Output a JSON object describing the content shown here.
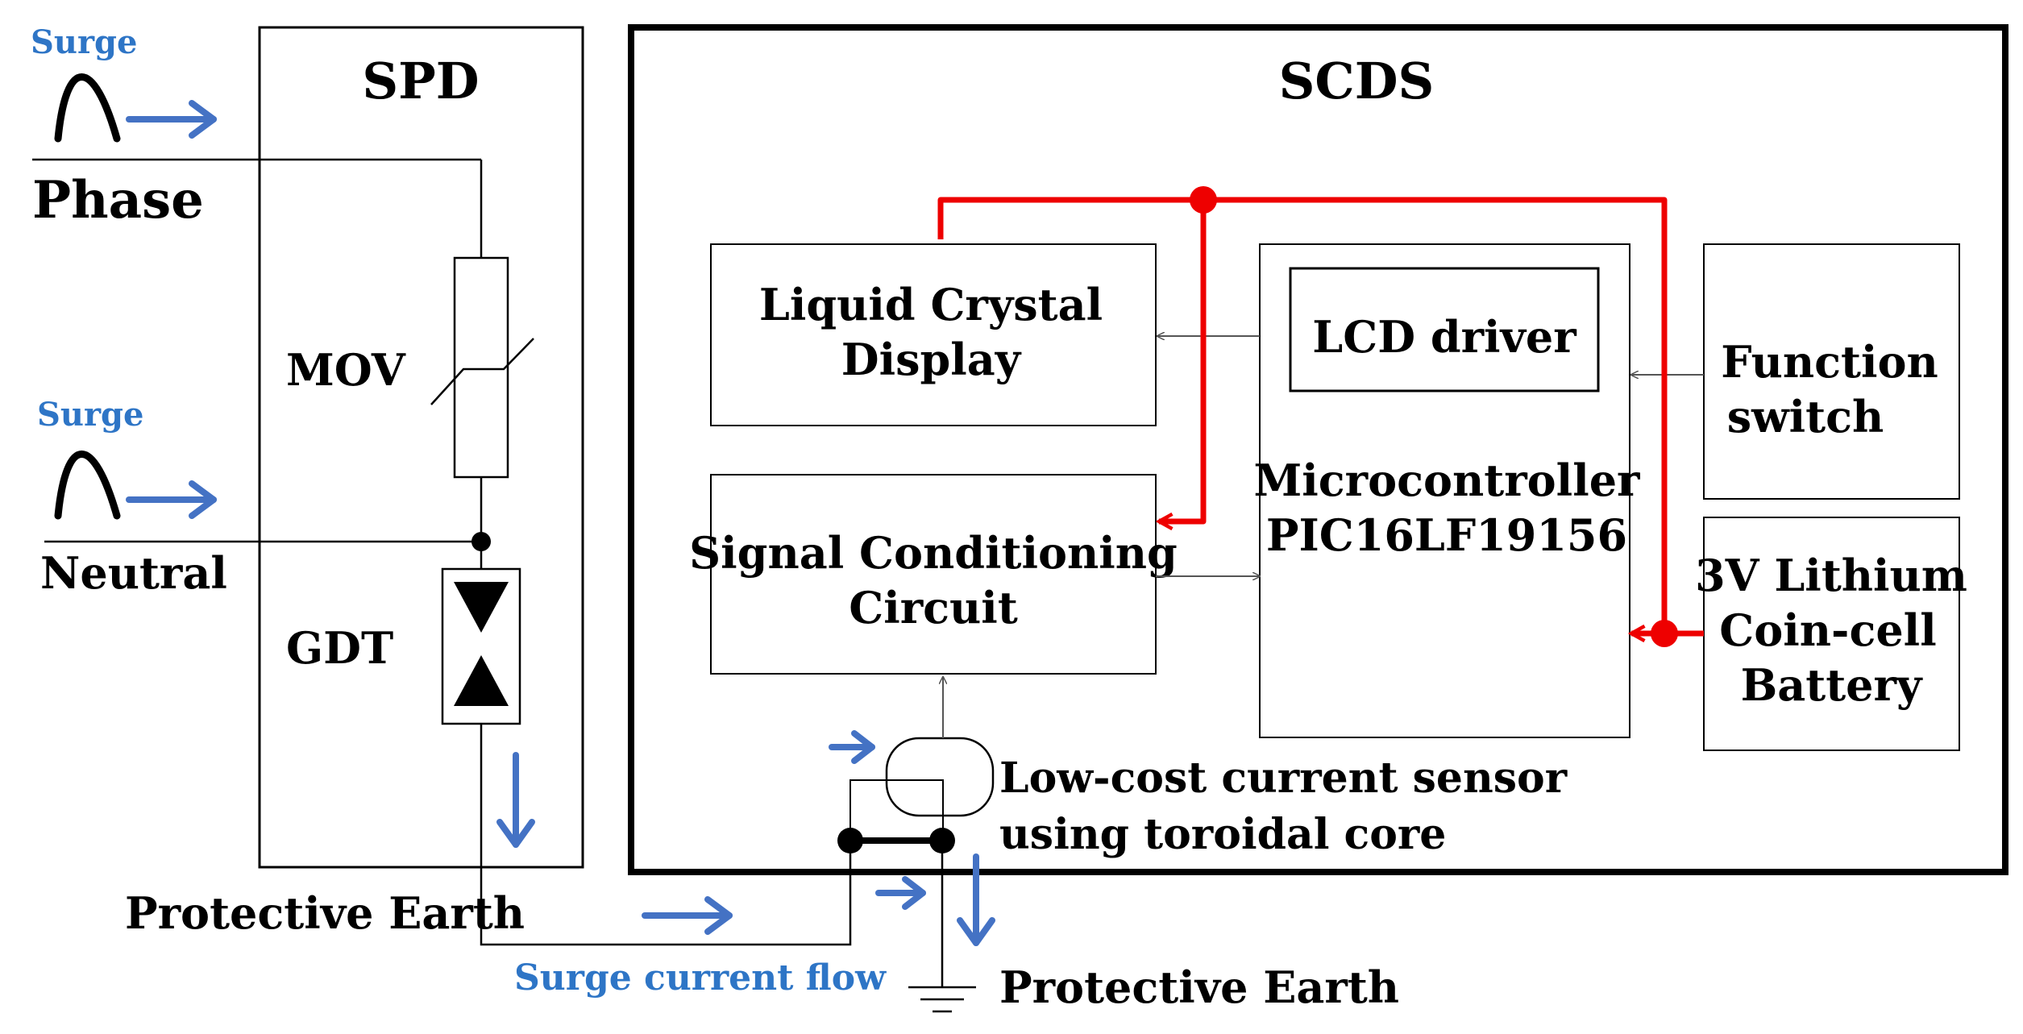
{
  "colors": {
    "blue": "#4472c4",
    "red": "#ee0000",
    "black": "#000000",
    "gray": "#555555",
    "surge_label": "#2e75c6"
  },
  "labels": {
    "surge_top": "Surge",
    "surge_bottom": "Surge",
    "phase": "Phase",
    "neutral": "Neutral",
    "spd": "SPD",
    "mov": "MOV",
    "gdt": "GDT",
    "scds": "SCDS",
    "lcd_line1": "Liquid Crystal",
    "lcd_line2": "Display",
    "lcd_driver": "LCD driver",
    "mcu_line1": "Microcontroller",
    "mcu_line2": "PIC16LF19156",
    "func_line1": "Function",
    "func_line2": "switch",
    "battery_line1": "3V Lithium",
    "battery_line2": "Coin-cell",
    "battery_line3": "Battery",
    "scc_line1": "Signal Conditioning",
    "scc_line2": "Circuit",
    "sensor_line1": "Low-cost current sensor",
    "sensor_line2": "using toroidal core",
    "pe_left": "Protective Earth",
    "pe_bottom": "Protective Earth",
    "surge_flow": "Surge current flow"
  }
}
